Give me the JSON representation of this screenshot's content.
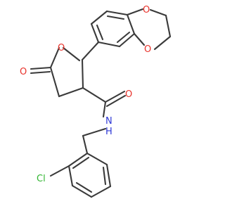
{
  "molecule": {
    "atoms": {
      "ring_oxygen": {
        "text": "O",
        "color": "#e8322b"
      },
      "carbonyl_oxygen_lactone": {
        "text": "O",
        "color": "#e8322b"
      },
      "dioxane_oxygen_top": {
        "text": "O",
        "color": "#e8322b"
      },
      "dioxane_oxygen_bottom": {
        "text": "O",
        "color": "#e8322b"
      },
      "amide_oxygen": {
        "text": "O",
        "color": "#e8322b"
      },
      "amide_nitrogen": {
        "text": "N",
        "color": "#2f39d6"
      },
      "amide_hydrogen": {
        "text": "H",
        "color": "#2f39d6"
      },
      "chlorine": {
        "text": "Cl",
        "color": "#31b531"
      }
    },
    "bond_color": "#3a3a3a"
  }
}
